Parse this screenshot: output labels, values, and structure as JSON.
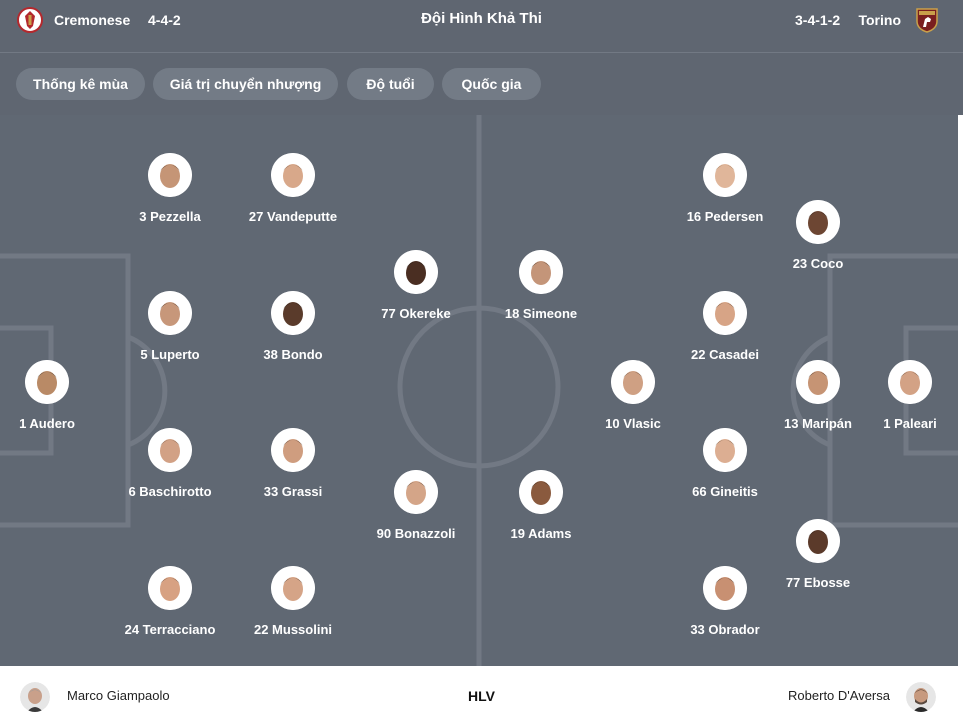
{
  "header": {
    "title": "Đội Hình Khả Thi",
    "home": {
      "name": "Cremonese",
      "formation": "4-4-2",
      "badge_icon": "cremonese-crest-icon"
    },
    "away": {
      "name": "Torino",
      "formation": "3-4-1-2",
      "badge_icon": "torino-crest-icon"
    }
  },
  "filters": [
    "Thống kê mùa",
    "Giá trị chuyển nhượng",
    "Độ tuổi",
    "Quốc gia"
  ],
  "players": {
    "home": [
      {
        "label": "1 Audero",
        "skin": "#b98a66",
        "hair": "#2d2a28"
      },
      {
        "label": "3 Pezzella",
        "skin": "#c59576",
        "hair": "#3a2a20"
      },
      {
        "label": "27 Vandeputte",
        "skin": "#d8a88a",
        "hair": "#6b5240"
      },
      {
        "label": "5 Luperto",
        "skin": "#c7977a",
        "hair": "#2e241d"
      },
      {
        "label": "38 Bondo",
        "skin": "#5a3b2b",
        "hair": "#1b1512"
      },
      {
        "label": "6 Baschirotto",
        "skin": "#d2a185",
        "hair": "#5b4a3c"
      },
      {
        "label": "33 Grassi",
        "skin": "#cf9d7f",
        "hair": "#3b2f27"
      },
      {
        "label": "24 Terracciano",
        "skin": "#d7a182",
        "hair": "#4a3a2e"
      },
      {
        "label": "22 Mussolini",
        "skin": "#d5a487",
        "hair": "#3a2a1f"
      },
      {
        "label": "77 Okereke",
        "skin": "#4a2e22",
        "hair": "#141010"
      },
      {
        "label": "90 Bonazzoli",
        "skin": "#d4a588",
        "hair": "#3c3028"
      }
    ],
    "away": [
      {
        "label": "18 Simeone",
        "skin": "#c49579",
        "hair": "#2a211b"
      },
      {
        "label": "19 Adams",
        "skin": "#8a5a3e",
        "hair": "#1e1713"
      },
      {
        "label": "16 Pedersen",
        "skin": "#e0b69a",
        "hair": "#8a6a4a"
      },
      {
        "label": "23 Coco",
        "skin": "#6d4633",
        "hair": "#1a1411"
      },
      {
        "label": "22 Casadei",
        "skin": "#d7a486",
        "hair": "#4a3527"
      },
      {
        "label": "10 Vlasic",
        "skin": "#cfa083",
        "hair": "#5e4a39"
      },
      {
        "label": "13 Maripán",
        "skin": "#c69474",
        "hair": "#231b16"
      },
      {
        "label": "1 Paleari",
        "skin": "#d3a285",
        "hair": "#4d3c2f"
      },
      {
        "label": "66 Gineitis",
        "skin": "#dcae92",
        "hair": "#5a4634"
      },
      {
        "label": "77 Ebosse",
        "skin": "#5b3a2a",
        "hair": "#191310"
      },
      {
        "label": "33 Obrador",
        "skin": "#c89072",
        "hair": "#2f231c"
      }
    ]
  },
  "footer": {
    "label": "HLV",
    "home_coach": "Marco Giampaolo",
    "away_coach": "Roberto D'Aversa"
  },
  "colors": {
    "pitch": "#606873",
    "pitch_lines": "#727984",
    "header": "#5f6671",
    "chip": "#737b86",
    "cremonese_red": "#b3282d",
    "torino_maroon": "#7a1f1f"
  }
}
